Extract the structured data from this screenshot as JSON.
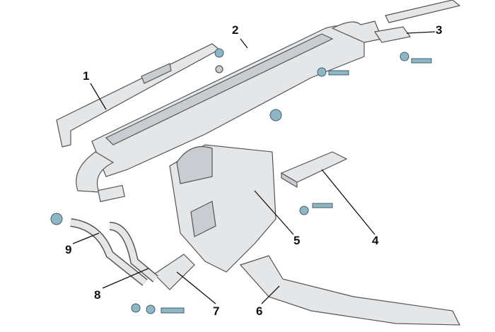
{
  "title": "Heater and ventilation assembly exploded view",
  "colors": {
    "part": "#e4e6e8",
    "fastener": "#8fb6c4",
    "outline": "#555555"
  },
  "callouts": [
    {
      "id": "1",
      "text": "1"
    },
    {
      "id": "2",
      "text": "2"
    },
    {
      "id": "3",
      "text": "3"
    },
    {
      "id": "4",
      "text": "4"
    },
    {
      "id": "5",
      "text": "5"
    },
    {
      "id": "6",
      "text": "6"
    },
    {
      "id": "7",
      "text": "7"
    },
    {
      "id": "8",
      "text": "8"
    },
    {
      "id": "9",
      "text": "9"
    }
  ]
}
